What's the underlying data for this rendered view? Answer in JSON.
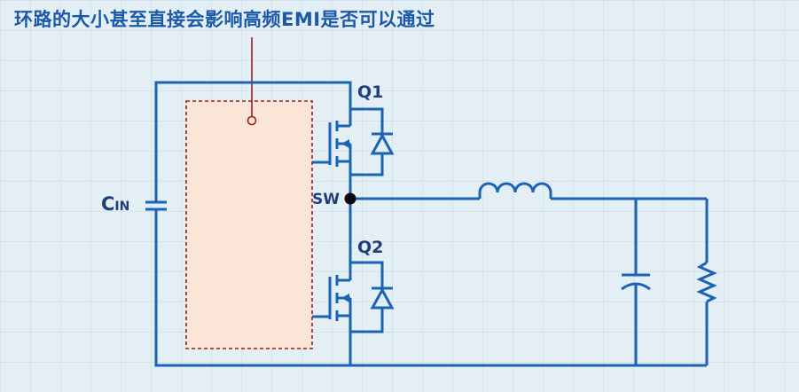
{
  "title": "环路的大小甚至直接会影响高频EMI是否可以通过",
  "labels": {
    "cin_main": "C",
    "cin_sub": "IN",
    "q1": "Q1",
    "q2": "Q2",
    "sw": "SW"
  },
  "colors": {
    "wire": "#1a63b5",
    "loop_fill": "#fbe5d6",
    "loop_border": "#a01818",
    "title": "#1a5aa8",
    "label": "#1f3f7a",
    "background": "#e3eef5"
  }
}
